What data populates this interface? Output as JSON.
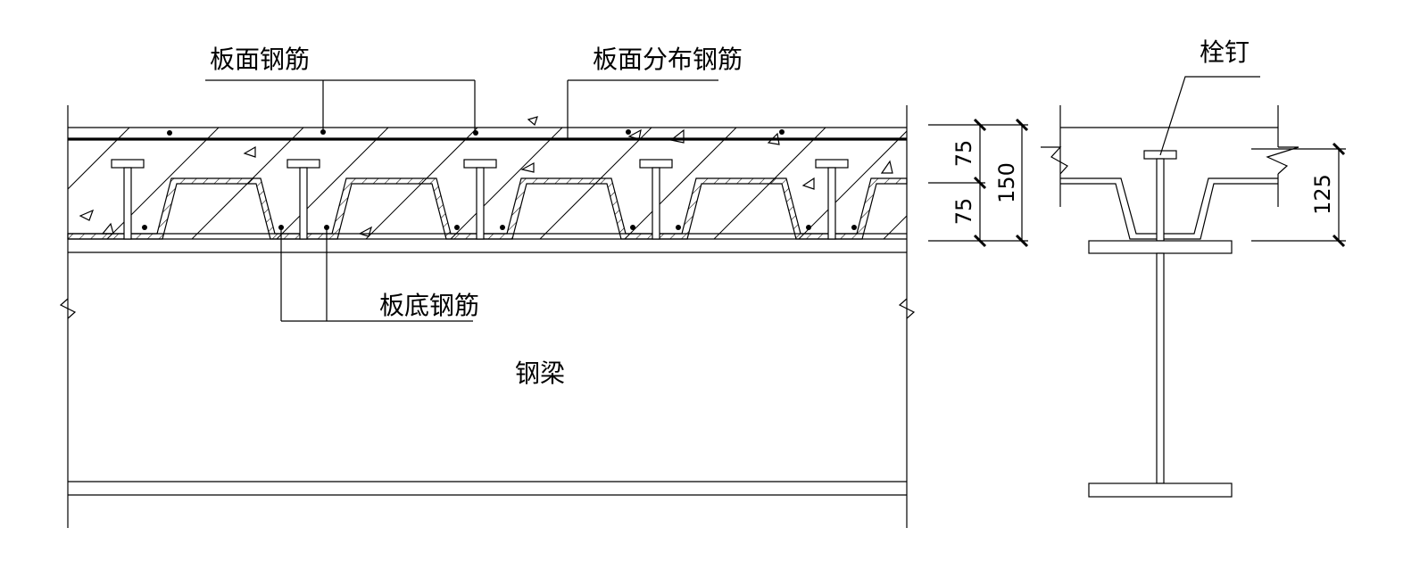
{
  "labels": {
    "top_rebar": "板面钢筋",
    "top_distribution_rebar": "板面分布钢筋",
    "bottom_rebar": "板底钢筋",
    "steel_beam": "钢梁",
    "shear_stud": "栓钉"
  },
  "dimensions": {
    "top_layer": "75",
    "bottom_layer": "75",
    "slab_total": "150",
    "stud_height": "125"
  },
  "colors": {
    "line": "#000000",
    "background": "#ffffff"
  }
}
